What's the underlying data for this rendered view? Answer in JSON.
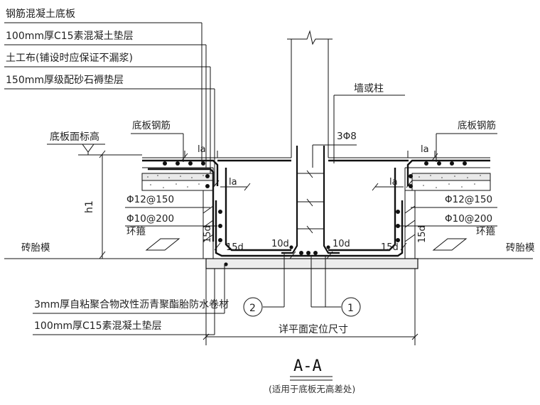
{
  "notes_top": [
    "钢筋混凝土底板",
    "100mm厚C15素混凝土垫层",
    "土工布(铺设时应保证不漏浆)",
    "150mm厚级配砂石褥垫层"
  ],
  "notes_bottom": [
    "3mm厚自粘聚合物改性沥青聚酯胎防水卷材",
    "100mm厚C15素混凝土垫层"
  ],
  "labels": {
    "wall": "墙或柱",
    "slab_rebar_left": "底板钢筋",
    "slab_rebar_right": "底板钢筋",
    "slab_top_elev": "底板面标高",
    "stirrup_count": "3Φ8",
    "la": "la",
    "rebar_12": "Φ12@150",
    "rebar_10": "Φ10@200",
    "stirrup": "环箍",
    "brick_mold": "砖胎模",
    "d15": "15d",
    "d10": "10d",
    "h1": "h1",
    "plan_dim": "详平面定位尺寸",
    "callout_1": "1",
    "callout_2": "2"
  },
  "title": "A-A",
  "subtitle": "(适用于底板无高差处)"
}
